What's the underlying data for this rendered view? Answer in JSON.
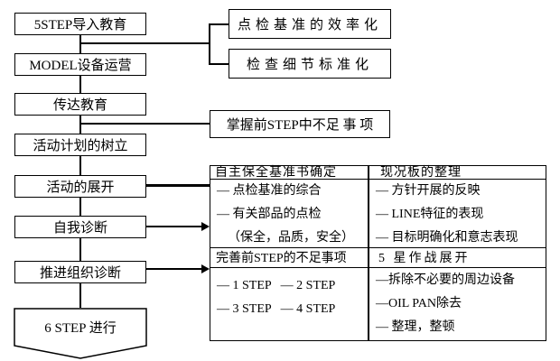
{
  "flow": {
    "steps": [
      "5STEP导入教育",
      "MODEL设备运营",
      "传达教育",
      "活动计划的树立",
      "活动的展开",
      "自我诊断",
      "推进组织诊断"
    ],
    "terminal": "6 STEP 进行"
  },
  "callouts": {
    "top1": "点检基准的效率化",
    "top2": "检查细节标准化",
    "middle": "掌握前STEP中不足 事 项"
  },
  "table": {
    "q1": {
      "header": "自主保全基准书确定",
      "items": [
        "— 点检基准的综合",
        "— 有关部品的点检",
        "（保全，品质，安全）"
      ]
    },
    "q2": {
      "header": "现况板的整理",
      "items": [
        "— 方针开展的反映",
        "— LINE特征的表现",
        "— 目标明确化和意志表现"
      ]
    },
    "q3": {
      "header": "完善前STEP的不足事项",
      "items": [
        "— 1 STEP   — 2 STEP",
        "— 3 STEP   — 4 STEP"
      ]
    },
    "q4": {
      "header": "5 星作战展开",
      "items": [
        "—拆除不必要的周边设备",
        "—OIL PAN除去",
        "— 整理，整顿"
      ]
    }
  },
  "colors": {
    "line": "#000000",
    "background": "#ffffff"
  }
}
